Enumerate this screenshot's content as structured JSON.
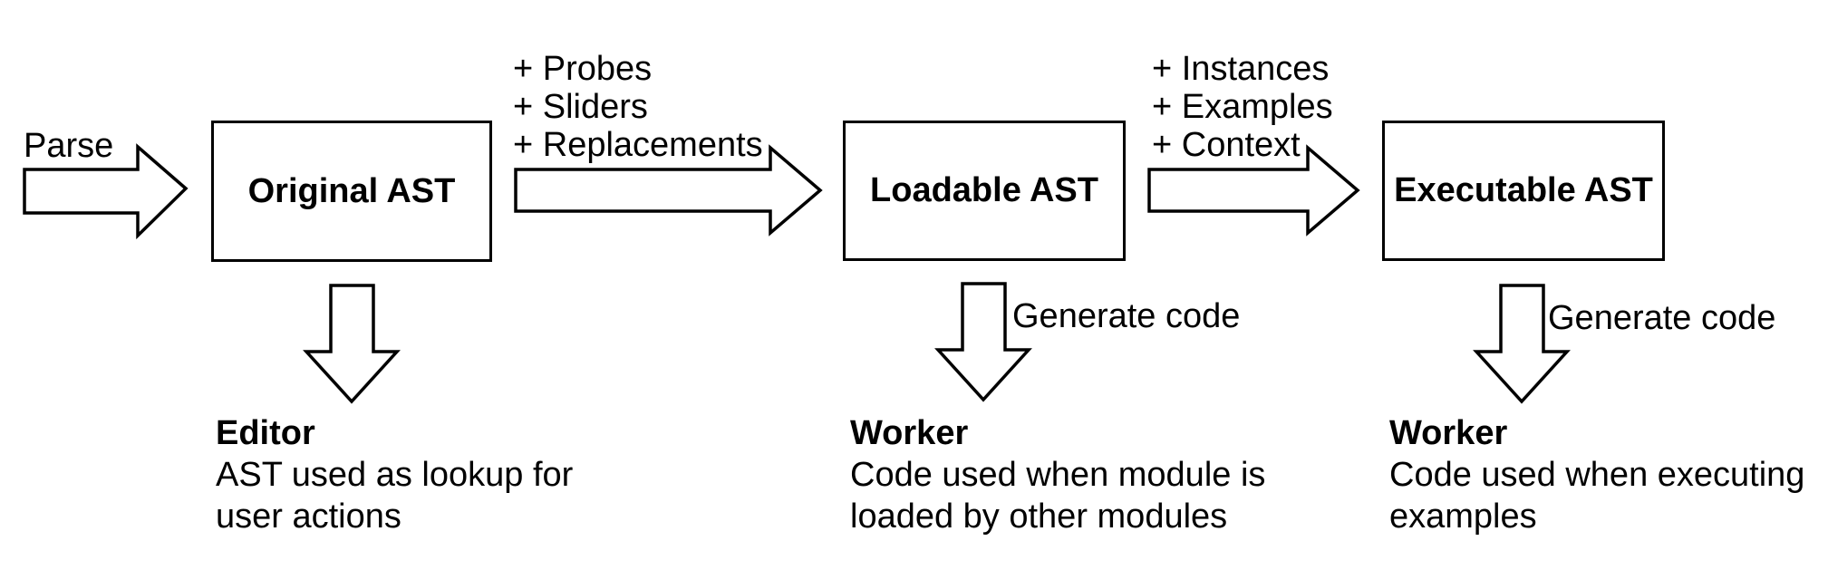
{
  "flow": {
    "parse_label": "Parse",
    "boxes": [
      {
        "title": "Original AST"
      },
      {
        "title": "Loadable AST"
      },
      {
        "title": "Executable AST"
      }
    ],
    "arrow2_labels": [
      "+ Probes",
      "+ Sliders",
      "+ Replacements"
    ],
    "arrow3_labels": [
      "+ Instances",
      "+ Examples",
      "+ Context"
    ],
    "generate_code_labels": [
      "Generate code",
      "Generate code"
    ],
    "outputs": [
      {
        "heading": "Editor",
        "lines": [
          "AST used as lookup for",
          "user actions"
        ]
      },
      {
        "heading": "Worker",
        "lines": [
          "Code used when module is",
          "loaded by other modules"
        ]
      },
      {
        "heading": "Worker",
        "lines": [
          "Code used when executing",
          "examples"
        ]
      }
    ]
  }
}
